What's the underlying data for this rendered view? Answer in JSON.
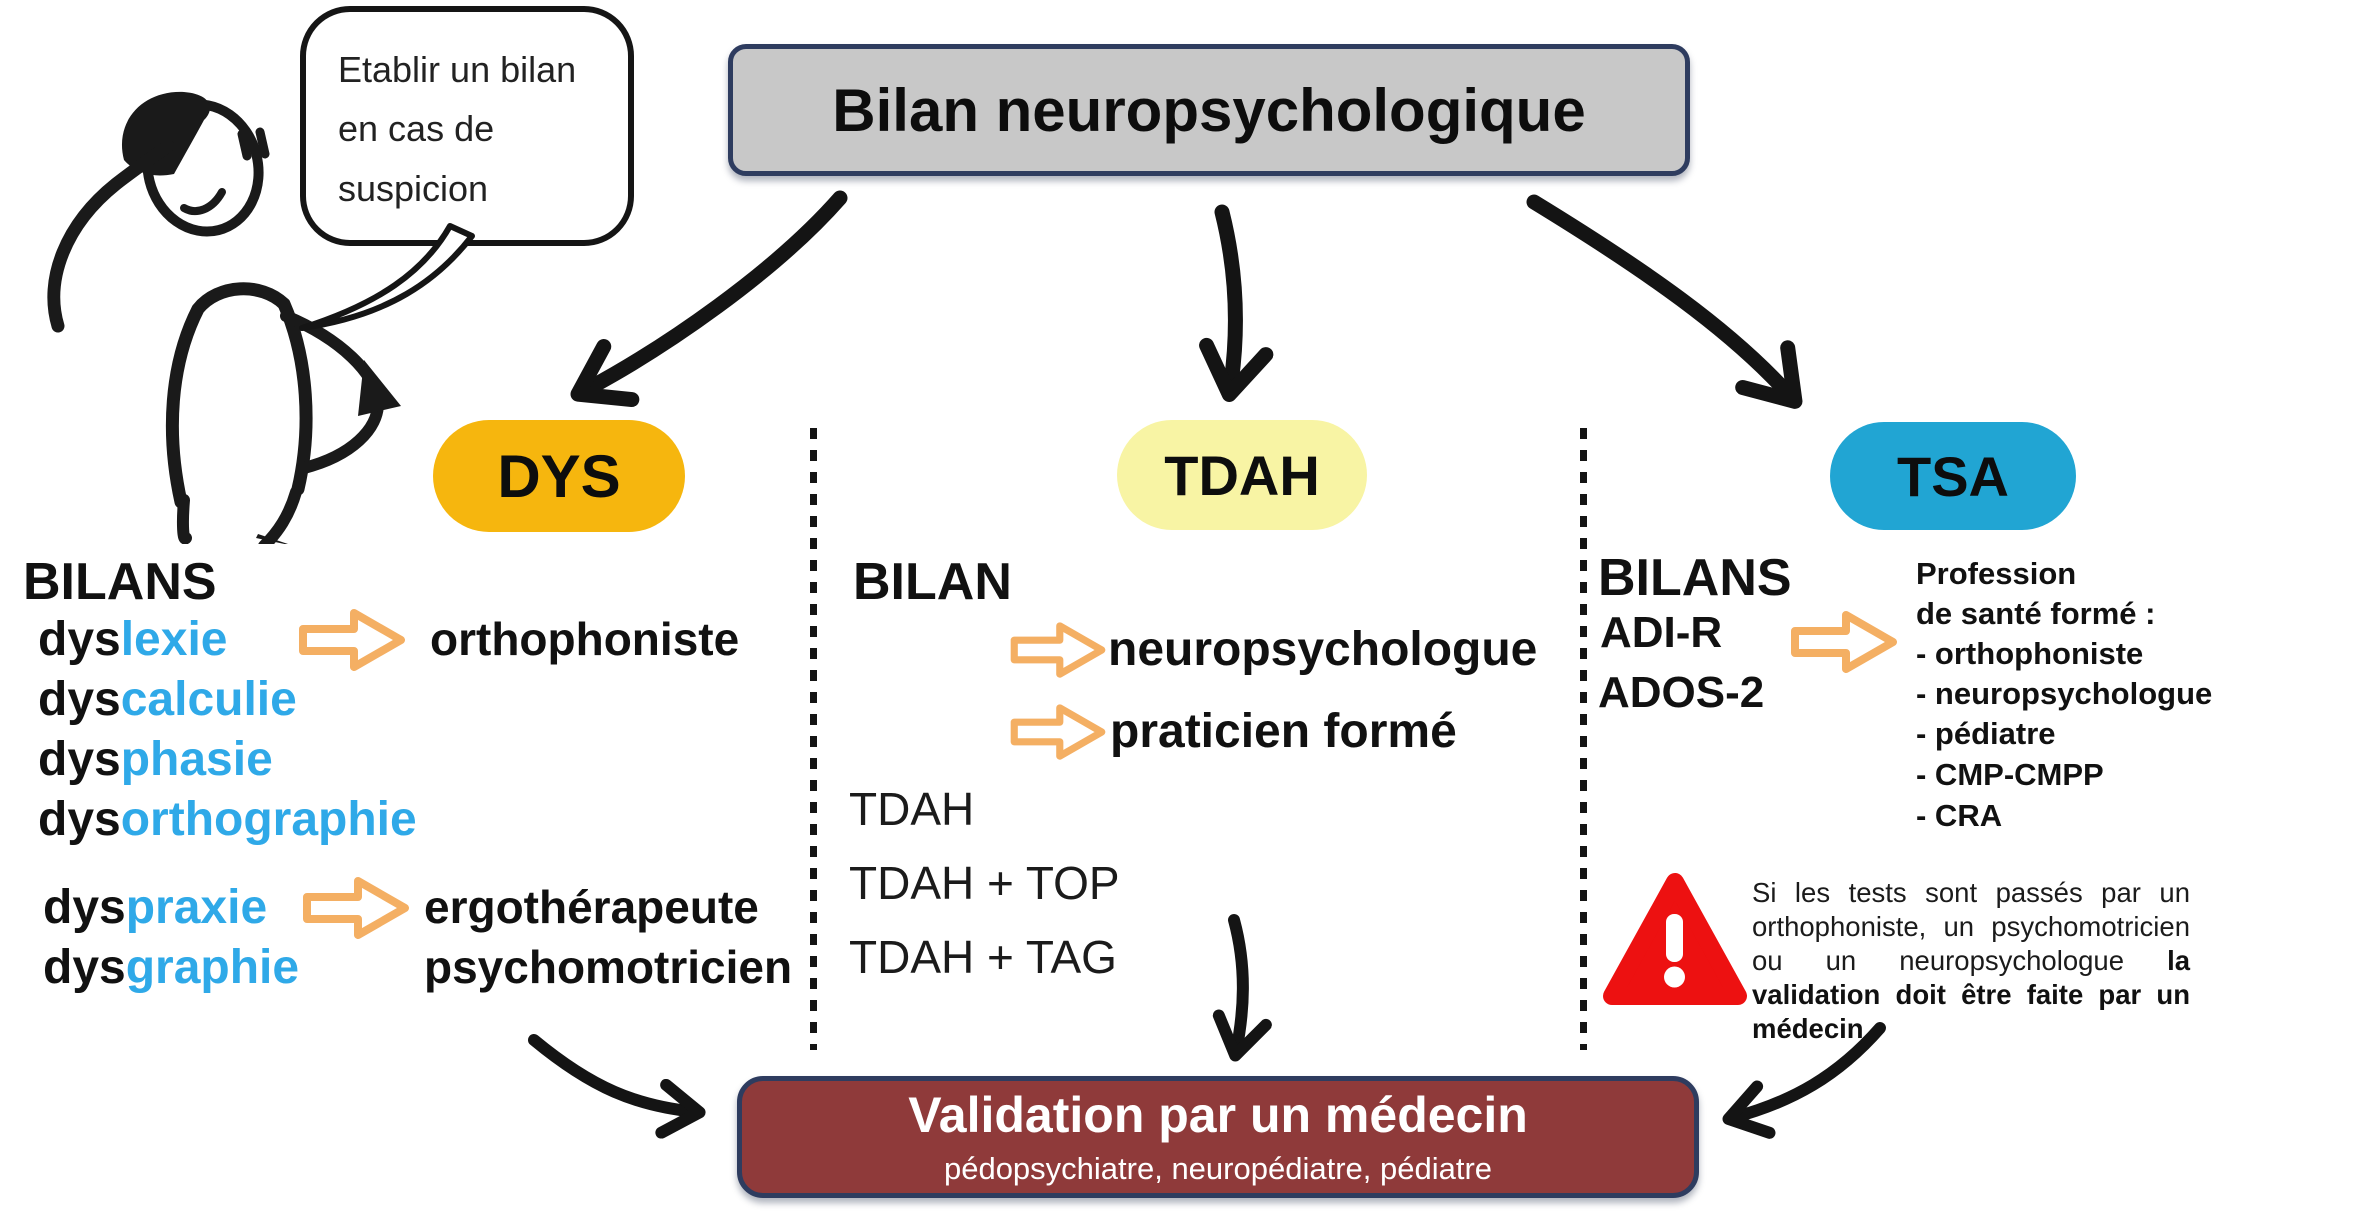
{
  "bubble": {
    "lines": [
      "Etablir un bilan",
      "en cas de",
      "suspicion"
    ]
  },
  "title": {
    "text": "Bilan neuropsychologique",
    "bg": "#C8C8C8",
    "border": "#2E3C5F"
  },
  "colors": {
    "dys_pill": "#F6B60E",
    "tdah_pill": "#F8F4A4",
    "tsa_pill": "#21A5D3",
    "blue_text": "#2FA9E8",
    "block_arrow": "#F4AF63",
    "warning_red": "#ED1111",
    "validation_bg": "#8F3A3A",
    "navy_border": "#2E3C5F"
  },
  "branches": {
    "dys": {
      "label": "DYS",
      "color": "#F6B60E",
      "heading": "BILANS",
      "disorders_language": [
        {
          "prefix": "dys",
          "suffix": "lexie"
        },
        {
          "prefix": "dys",
          "suffix": "calculie"
        },
        {
          "prefix": "dys",
          "suffix": "phasie"
        },
        {
          "prefix": "dys",
          "suffix": "orthographie"
        }
      ],
      "language_specialist": "orthophoniste",
      "disorders_motor": [
        {
          "prefix": "dys",
          "suffix": "praxie"
        },
        {
          "prefix": "dys",
          "suffix": "graphie"
        }
      ],
      "motor_specialists": [
        "ergothérapeute",
        "psychomotricien"
      ]
    },
    "tdah": {
      "label": "TDAH",
      "color": "#F8F4A4",
      "heading": "BILAN",
      "practitioners": [
        "neuropsychologue",
        "praticien formé"
      ],
      "diagnoses": [
        "TDAH",
        "TDAH + TOP",
        "TDAH + TAG"
      ]
    },
    "tsa": {
      "label": "TSA",
      "color": "#21A5D3",
      "heading": "BILANS",
      "tests": [
        "ADI-R",
        "ADOS-2"
      ],
      "professions_title": [
        "Profession",
        "de santé formé :"
      ],
      "professions": [
        "- orthophoniste",
        "- neuropsychologue",
        "- pédiatre",
        "- CMP-CMPP",
        "- CRA"
      ],
      "warning_text_normal": "Si les tests sont passés par un orthophoniste, un psychomotricien ou un neuropsychologue ",
      "warning_text_bold": "la validation doit être faite par un médecin"
    }
  },
  "validation": {
    "title": "Validation par un médecin",
    "subtitle": "pédopsychiatre, neuropédiatre, pédiatre"
  }
}
